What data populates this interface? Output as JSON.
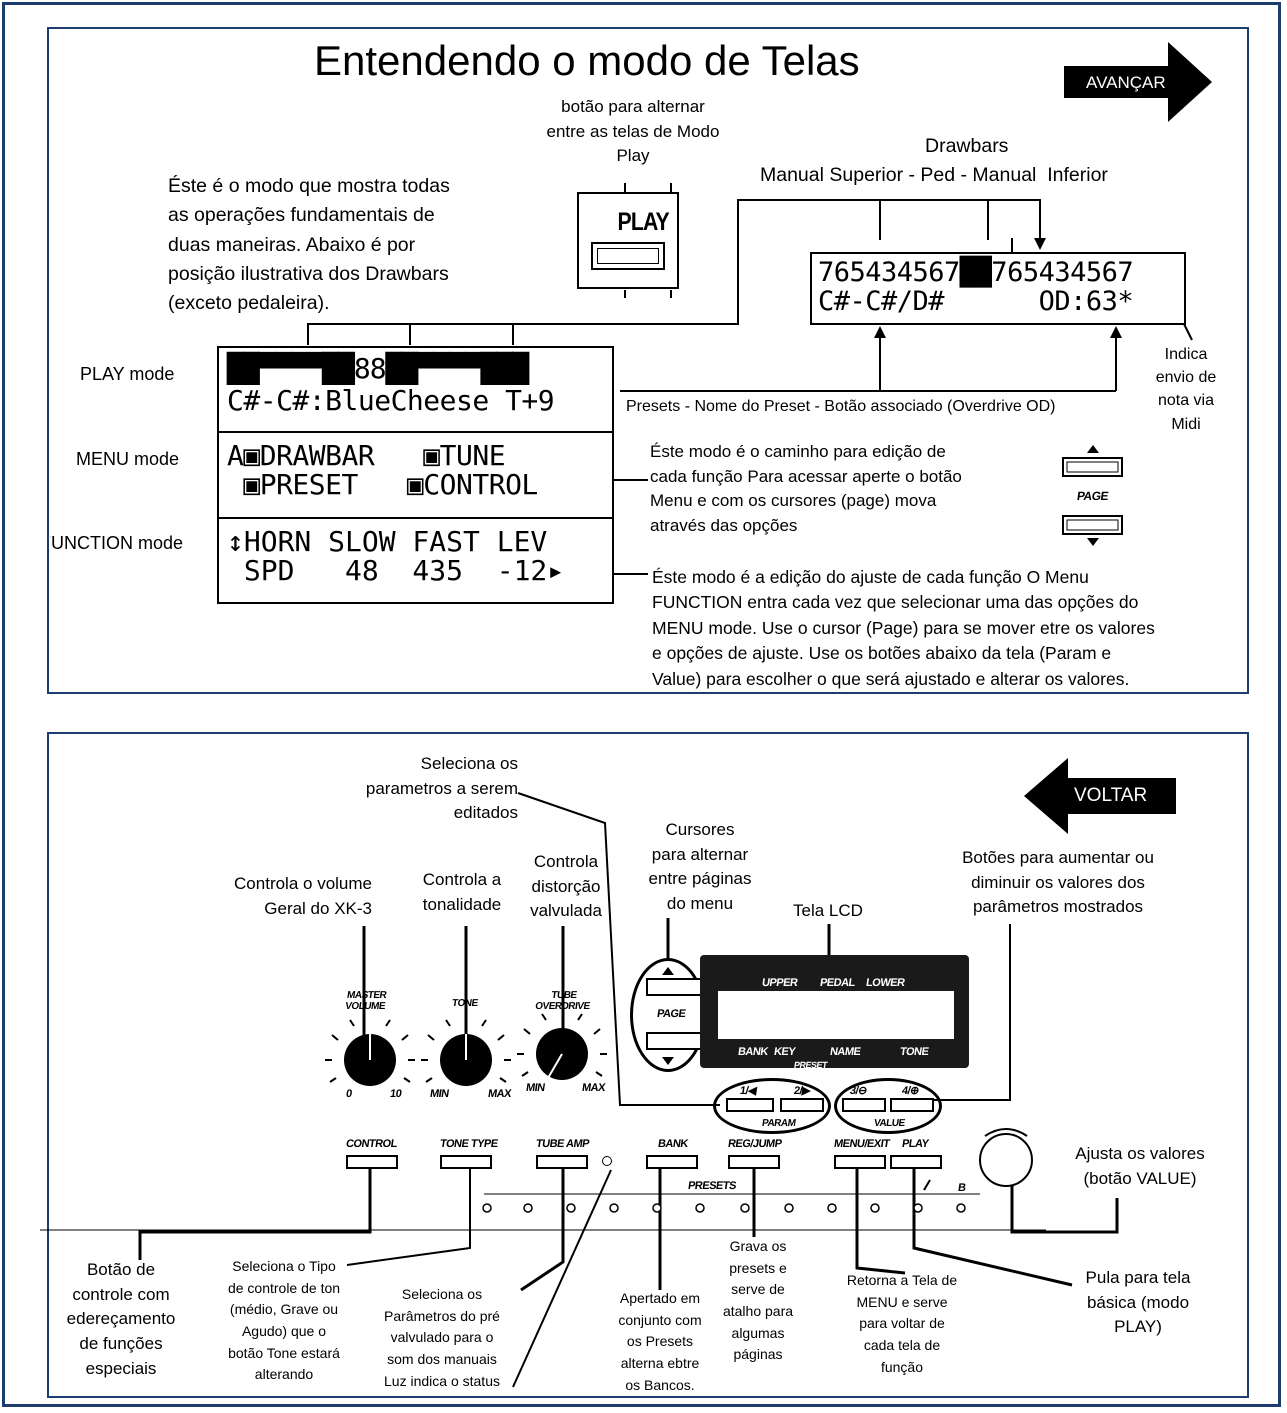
{
  "top": {
    "title": "Entendendo o modo de Telas",
    "advance_label": "AVANÇAR",
    "play_note": "botão para alternar\nentre as telas de Modo\nPlay",
    "play_button_label": "PLAY",
    "intro": "Éste é o modo que mostra todas\nas operações fundamentais de\nduas maneiras. Abaixo é por\nposição ilustrativa dos Drawbars\n(exceto pedaleira).",
    "drawbars_title": "Drawbars",
    "drawbars_sub": "Manual Superior - Ped - Manual  Inferior",
    "alt_lcd": {
      "line1": "765434567██765434567",
      "line2": "C#-C#/D#      OD:63*"
    },
    "midi_note": "Indica\nenvio de\nnota via\nMidi",
    "modes": {
      "play_label": "PLAY mode",
      "menu_label": "MENU mode",
      "function_label": "FUNCTION mode"
    },
    "lcd": {
      "play_line1": "██▀▀▀▀██88██▀▀▀▀███",
      "play_line2": "C#-C#:BlueCheese T+9",
      "menu_line1": "A▣DRAWBAR   ▣TUNE",
      "menu_line2": " ▣PRESET   ▣CONTROL",
      "func_line1": "↕HORN SLOW FAST LEV",
      "func_line2": " SPD   48  435  -12▸"
    },
    "presets_note": "Presets - Nome do Preset - Botão associado (Overdrive OD)",
    "menu_note": "Éste modo é o caminho para edição de\ncada função Para acessar aperte o botão\nMenu e com os cursores (page) mova\natravés das opções",
    "page_label": "PAGE",
    "function_note": "Éste modo é a edição do ajuste de cada função  O Menu\nFUNCTION entra cada vez que selecionar uma das opções do\nMENU mode. Use o cursor (Page) para se mover etre os valores\ne opções de ajuste. Use os botões abaixo da tela (Param e\nValue) para escolher o que será ajustado e alterar os valores."
  },
  "bottom": {
    "back_label": "VOLTAR",
    "params_note": "Seleciona  os\nparametros a serem\neditados",
    "cursors_note": "Cursores\npara alternar\nentre páginas\ndo menu",
    "buttons_note": "Botões para aumentar ou\ndiminuir os valores dos\nparâmetros mostrados",
    "volume_note": "Controla o volume\nGeral do XK-3",
    "tone_note": "Controla  a\ntonalidade",
    "distortion_note": "Controla\ndistorção\nvalvulada",
    "lcd_note": "Tela LCD",
    "value_knob_note": "Ajusta os valores\n(botão VALUE)",
    "control_note": "Botão de\ncontrole com\nedereçamento\nde funções\nespeciais",
    "tonetype_note": "Seleciona o Tipo\nde controle de ton\n(médio, Grave ou\nAgudo) que o\nbotão Tone estará\nalterando",
    "tubeamp_note": "Seleciona os\nParâmetros do pré\nvalvulado para o\nsom dos manuais\nLuz indica o status",
    "bank_note": "Apertado em\nconjunto com\nos Presets\nalterna ebtre\nos Bancos.",
    "regjump_note": "Grava os\npresets e\nserve de\natalho para\nalgumas\npáginas",
    "menuexit_note": "Retorna a Tela de\nMENU e serve\npara voltar de\ncada tela de\nfunção",
    "play_note": "Pula para tela\nbásica (modo\nPLAY)",
    "panel": {
      "master_volume": "MASTER\nVOLUME",
      "tone": "TONE",
      "tube_overdrive": "TUBE\nOVERDRIVE",
      "vol_min": "0",
      "vol_max": "10",
      "min": "MIN",
      "max": "MAX",
      "page": "PAGE",
      "upper": "UPPER",
      "pedal": "PEDAL",
      "lower": "LOWER",
      "bank": "BANK",
      "key": "KEY",
      "name": "NAME",
      "tone_lbl": "TONE",
      "preset": "PRESET",
      "b1": "1/◀",
      "b2": "2/▶",
      "b3": "3/⊖",
      "b4": "4/⊕",
      "param": "PARAM",
      "value": "VALUE",
      "control": "CONTROL",
      "tone_type": "TONE TYPE",
      "tube_amp": "TUBE AMP",
      "bank_btn": "BANK",
      "reg_jump": "REG/JUMP",
      "menu_exit": "MENU/EXIT",
      "play": "PLAY",
      "presets": "PRESETS",
      "b_lbl": "B"
    }
  }
}
